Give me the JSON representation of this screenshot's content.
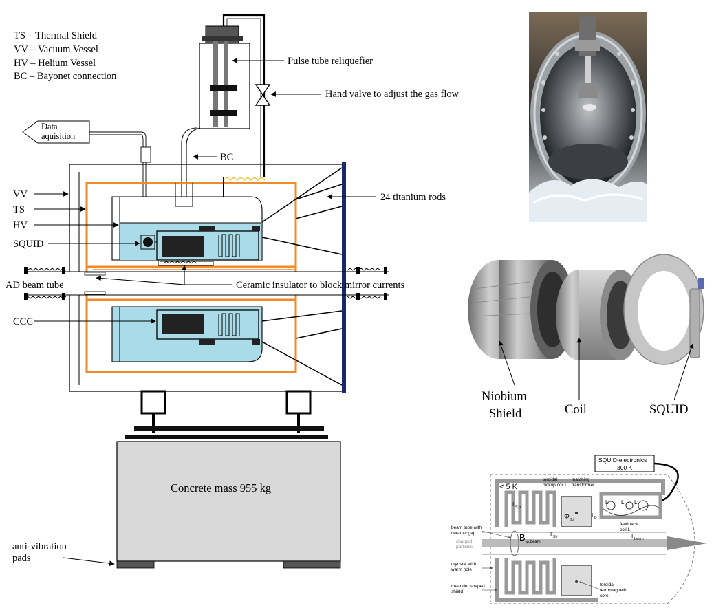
{
  "legend": {
    "ts": "TS – Thermal Shield",
    "vv": "VV – Vacuum Vessel",
    "hv": "HV – Helium Vessel",
    "bc": "BC – Bayonet connection"
  },
  "labels": {
    "data_line1": "Data",
    "data_line2": "aquisition",
    "pulse_tube": "Pulse tube reliquefier",
    "hand_valve": "Hand valve to adjust the gas flow",
    "bc": "BC",
    "vv": "VV",
    "ts": "TS",
    "hv": "HV",
    "squid": "SQUID",
    "titanium_rods": "24 titanium rods",
    "ad_beam_tube": "AD beam tube",
    "ceramic_insulator": "Ceramic insulator to block mirror currents",
    "ccc": "CCC",
    "concrete": "Concrete mass  955 kg",
    "pads_line1": "anti-vibration",
    "pads_line2": "pads"
  },
  "photo2": {
    "niobium_line1": "Niobium",
    "niobium_line2": "Shield",
    "coil": "Coil",
    "squid": "SQUID"
  },
  "schematic": {
    "electronics_line1": "SQUID-electronics",
    "electronics_line2": "300 K",
    "temp": "< 5 K",
    "pickup_line1": "toroidal",
    "pickup_line2": "pickup coil L",
    "matching_line1": "matching",
    "matching_line2": "transformer",
    "lt1": "L",
    "lt2": "L",
    "li": "L",
    "feedback_line1": "feedback",
    "feedback_line2": "coil L",
    "beamtube_line1": "beam tube with",
    "beamtube_line2": "ceramic gap",
    "charged_line1": "charged",
    "charged_line2": "particles",
    "cryostat_line1": "cryostat with",
    "cryostat_line2": "warm hole",
    "meander_line1": "meander shaped",
    "meander_line2": "shield",
    "ferro_line1": "toroidal",
    "ferro_line2": "ferromagnetic",
    "ferro_line3": "core",
    "b_label": "B",
    "b_sub": "φ,beam",
    "phi": "Φ",
    "phi_sub": "S,i",
    "is_o": "I",
    "is_o_sub": "S,o",
    "is_i": "I",
    "is_i_sub": "S,i",
    "ip": "I",
    "ip_sub": "P",
    "ibeam": "I",
    "ibeam_sub": "beam"
  },
  "colors": {
    "shield_orange": "#f08a2a",
    "helium_blue": "#a9dbe9",
    "rod_navy": "#1a2a66",
    "concrete": "#d8d8d8"
  }
}
